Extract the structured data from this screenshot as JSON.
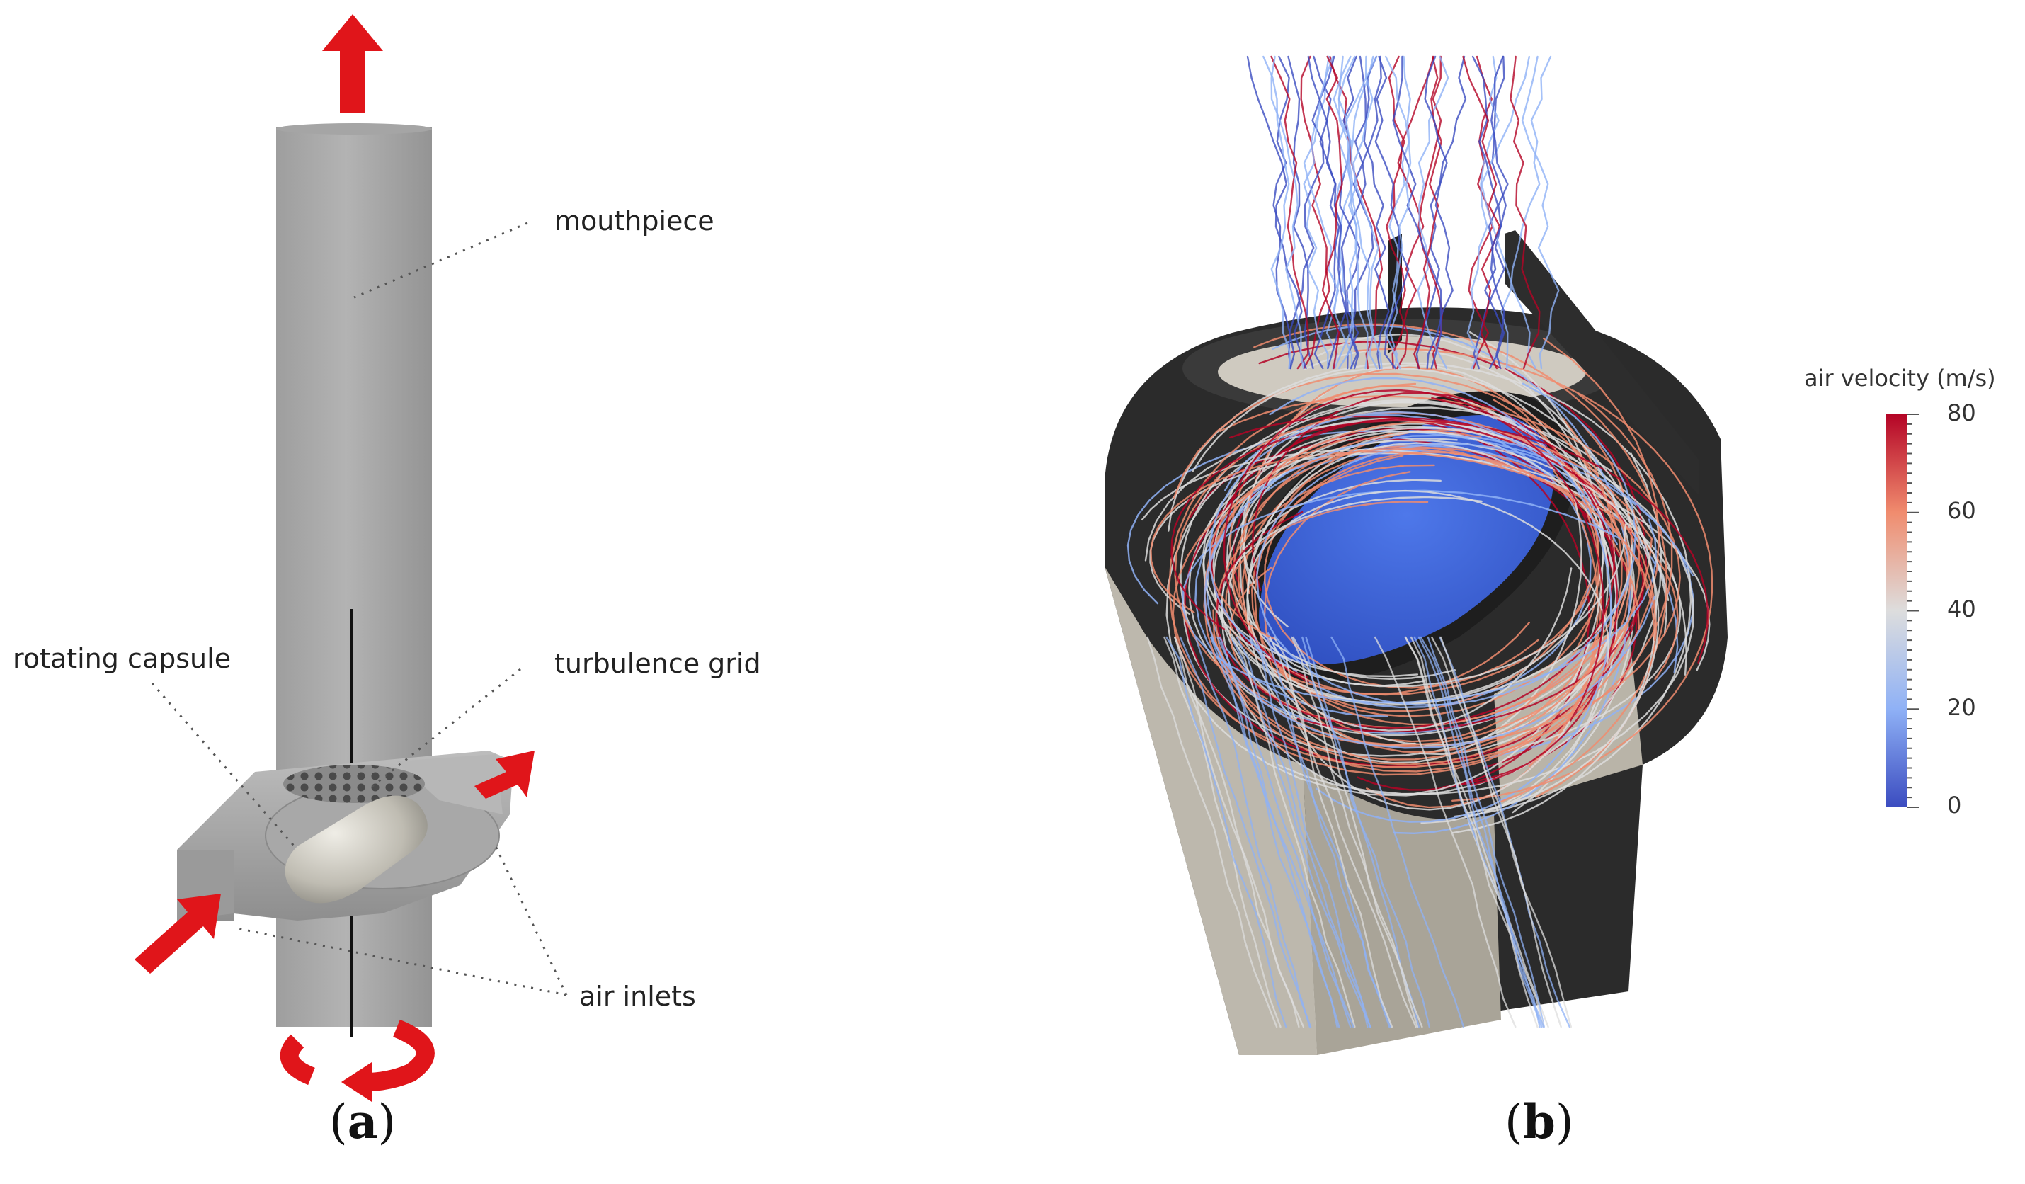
{
  "panel_a": {
    "labels": {
      "mouthpiece": "mouthpiece",
      "rotating_capsule": "rotating capsule",
      "turbulence_grid": "turbulence grid",
      "air_inlets": "air inlets"
    },
    "caption": {
      "open": "(",
      "letter": "a",
      "close": ")"
    }
  },
  "panel_b": {
    "colorbar": {
      "title": "air velocity (m/s)",
      "ticks": [
        "80",
        "60",
        "40",
        "20",
        "0"
      ],
      "min": 0,
      "max": 80,
      "colors": [
        "#b40426",
        "#f08c6e",
        "#dddddd",
        "#8fb1f6",
        "#3b4cc0"
      ]
    },
    "caption": {
      "open": "(",
      "letter": "b",
      "close": ")"
    }
  },
  "colors": {
    "arrow": "#e0151a",
    "device_gray": "#a9a9a9",
    "housing_dark": "#2b2b2b",
    "housing_cut": "#bdb8ad",
    "capsule_blue": "#3c63d8"
  }
}
